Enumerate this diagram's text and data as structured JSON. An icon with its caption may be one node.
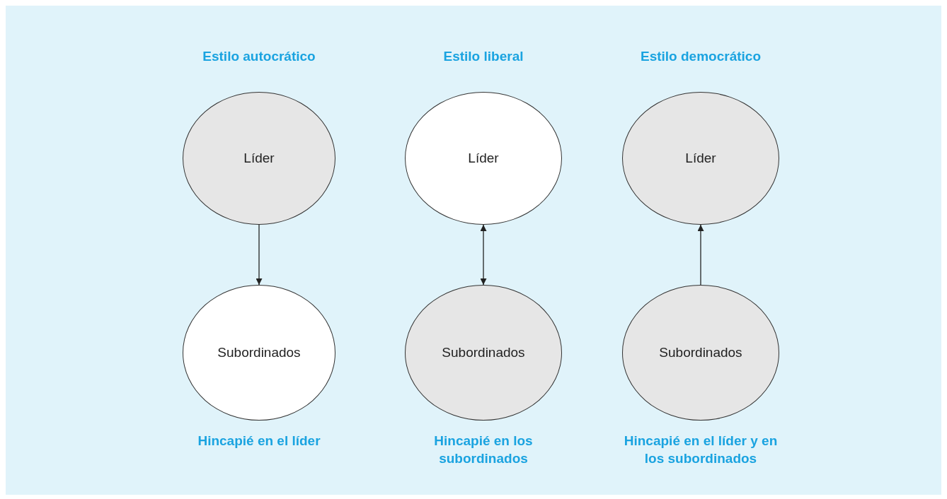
{
  "diagram": {
    "nodes": [
      {
        "text": [
          "Líder"
        ]
      },
      {
        "text": [
          "Subordinados"
        ]
      },
      {
        "text": [
          "Líder"
        ]
      },
      {
        "text": [
          "Subordinados"
        ]
      },
      {
        "text": [
          "Líder"
        ]
      },
      {
        "text": [
          "Subordinados"
        ]
      }
    ],
    "edges": [
      {
        "from": 0,
        "to": 1,
        "arrow": "to"
      },
      {
        "from": 2,
        "to": 3,
        "arrow": "both"
      },
      {
        "from": 5,
        "to": 4,
        "arrow": "to"
      }
    ],
    "labels": [
      "Estilo autocrático",
      "Estilo liberal",
      "Estilo democrático",
      "Hincapié en el líder",
      "Hincapié en los subordinados",
      "Hincapié en el líder y en los subordinados"
    ]
  }
}
